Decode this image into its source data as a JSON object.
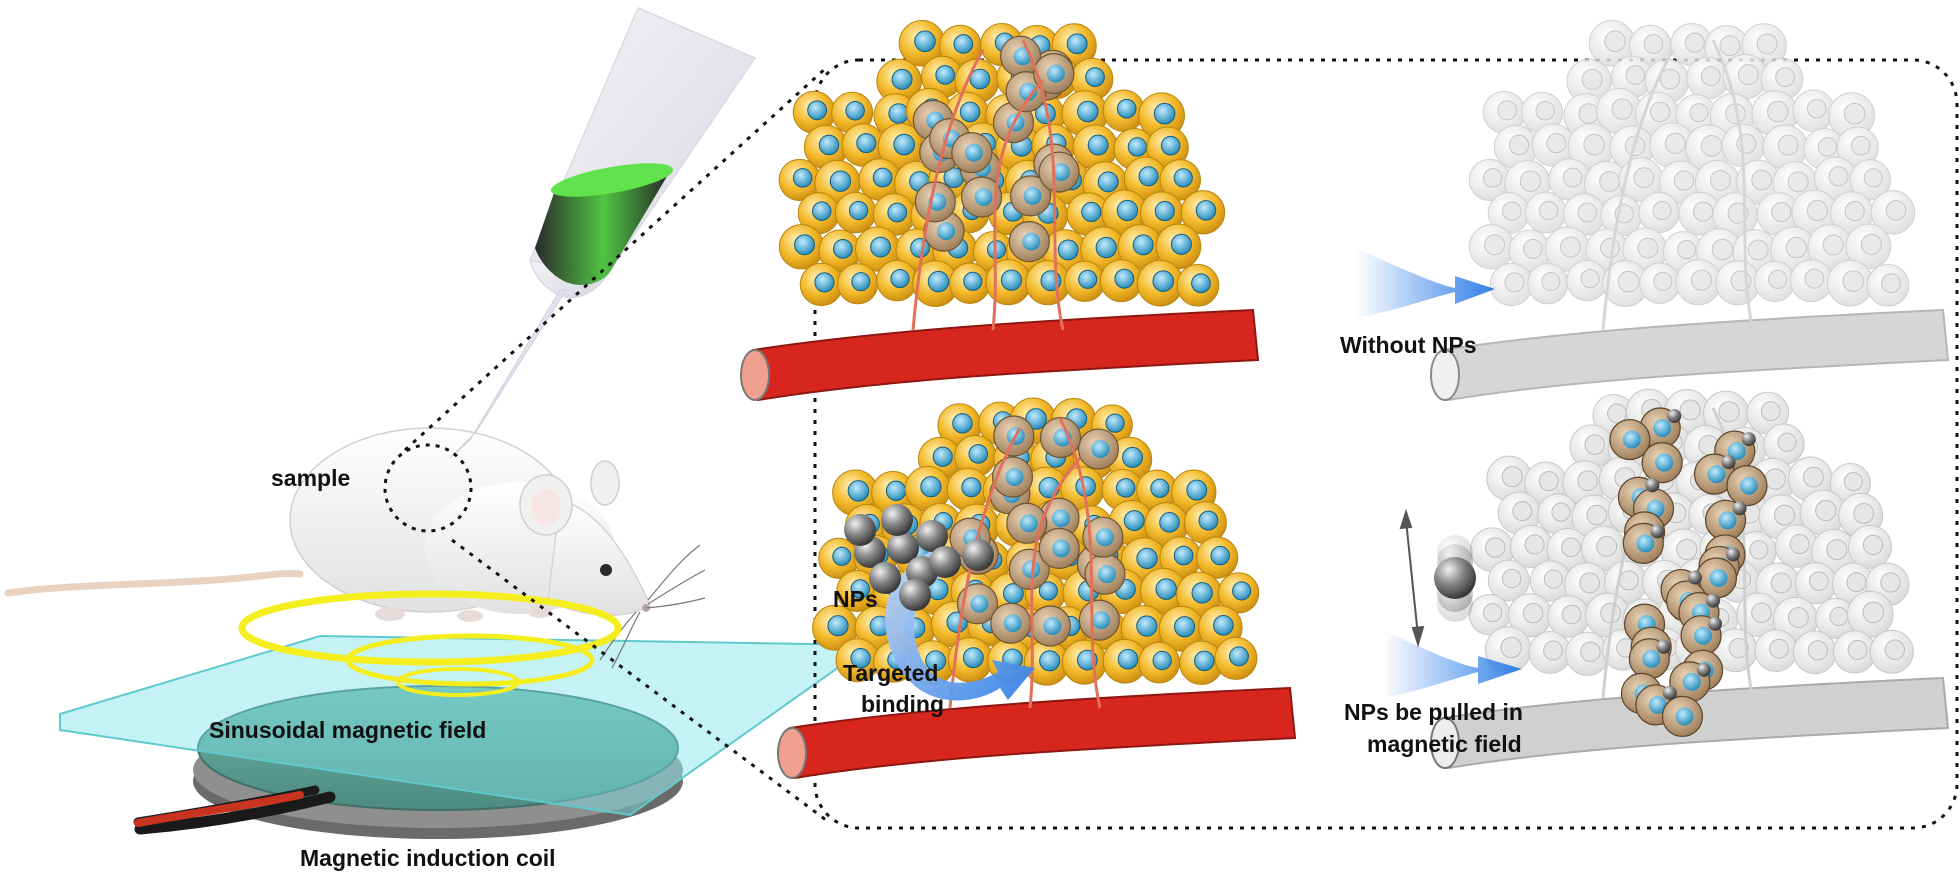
{
  "labels": {
    "sample": "sample",
    "field": "Sinusoidal magnetic field",
    "coil": "Magnetic induction coil",
    "without": "Without NPs",
    "nps": "NPs",
    "targeted_line1": "Targeted",
    "targeted_line2": "binding",
    "pulled_line1": "NPs be pulled in",
    "pulled_line2": "magnetic field"
  },
  "colors": {
    "tumor_cell": "#f3b92a",
    "nucleus": "#2fa3cf",
    "vessel": "#d7261e",
    "arrow": "#2f7ee8",
    "field_ring": "#f5ee1e",
    "glass": "#7fe3e6",
    "nanoparticle": "#555555",
    "liquid": "#49c23a"
  }
}
